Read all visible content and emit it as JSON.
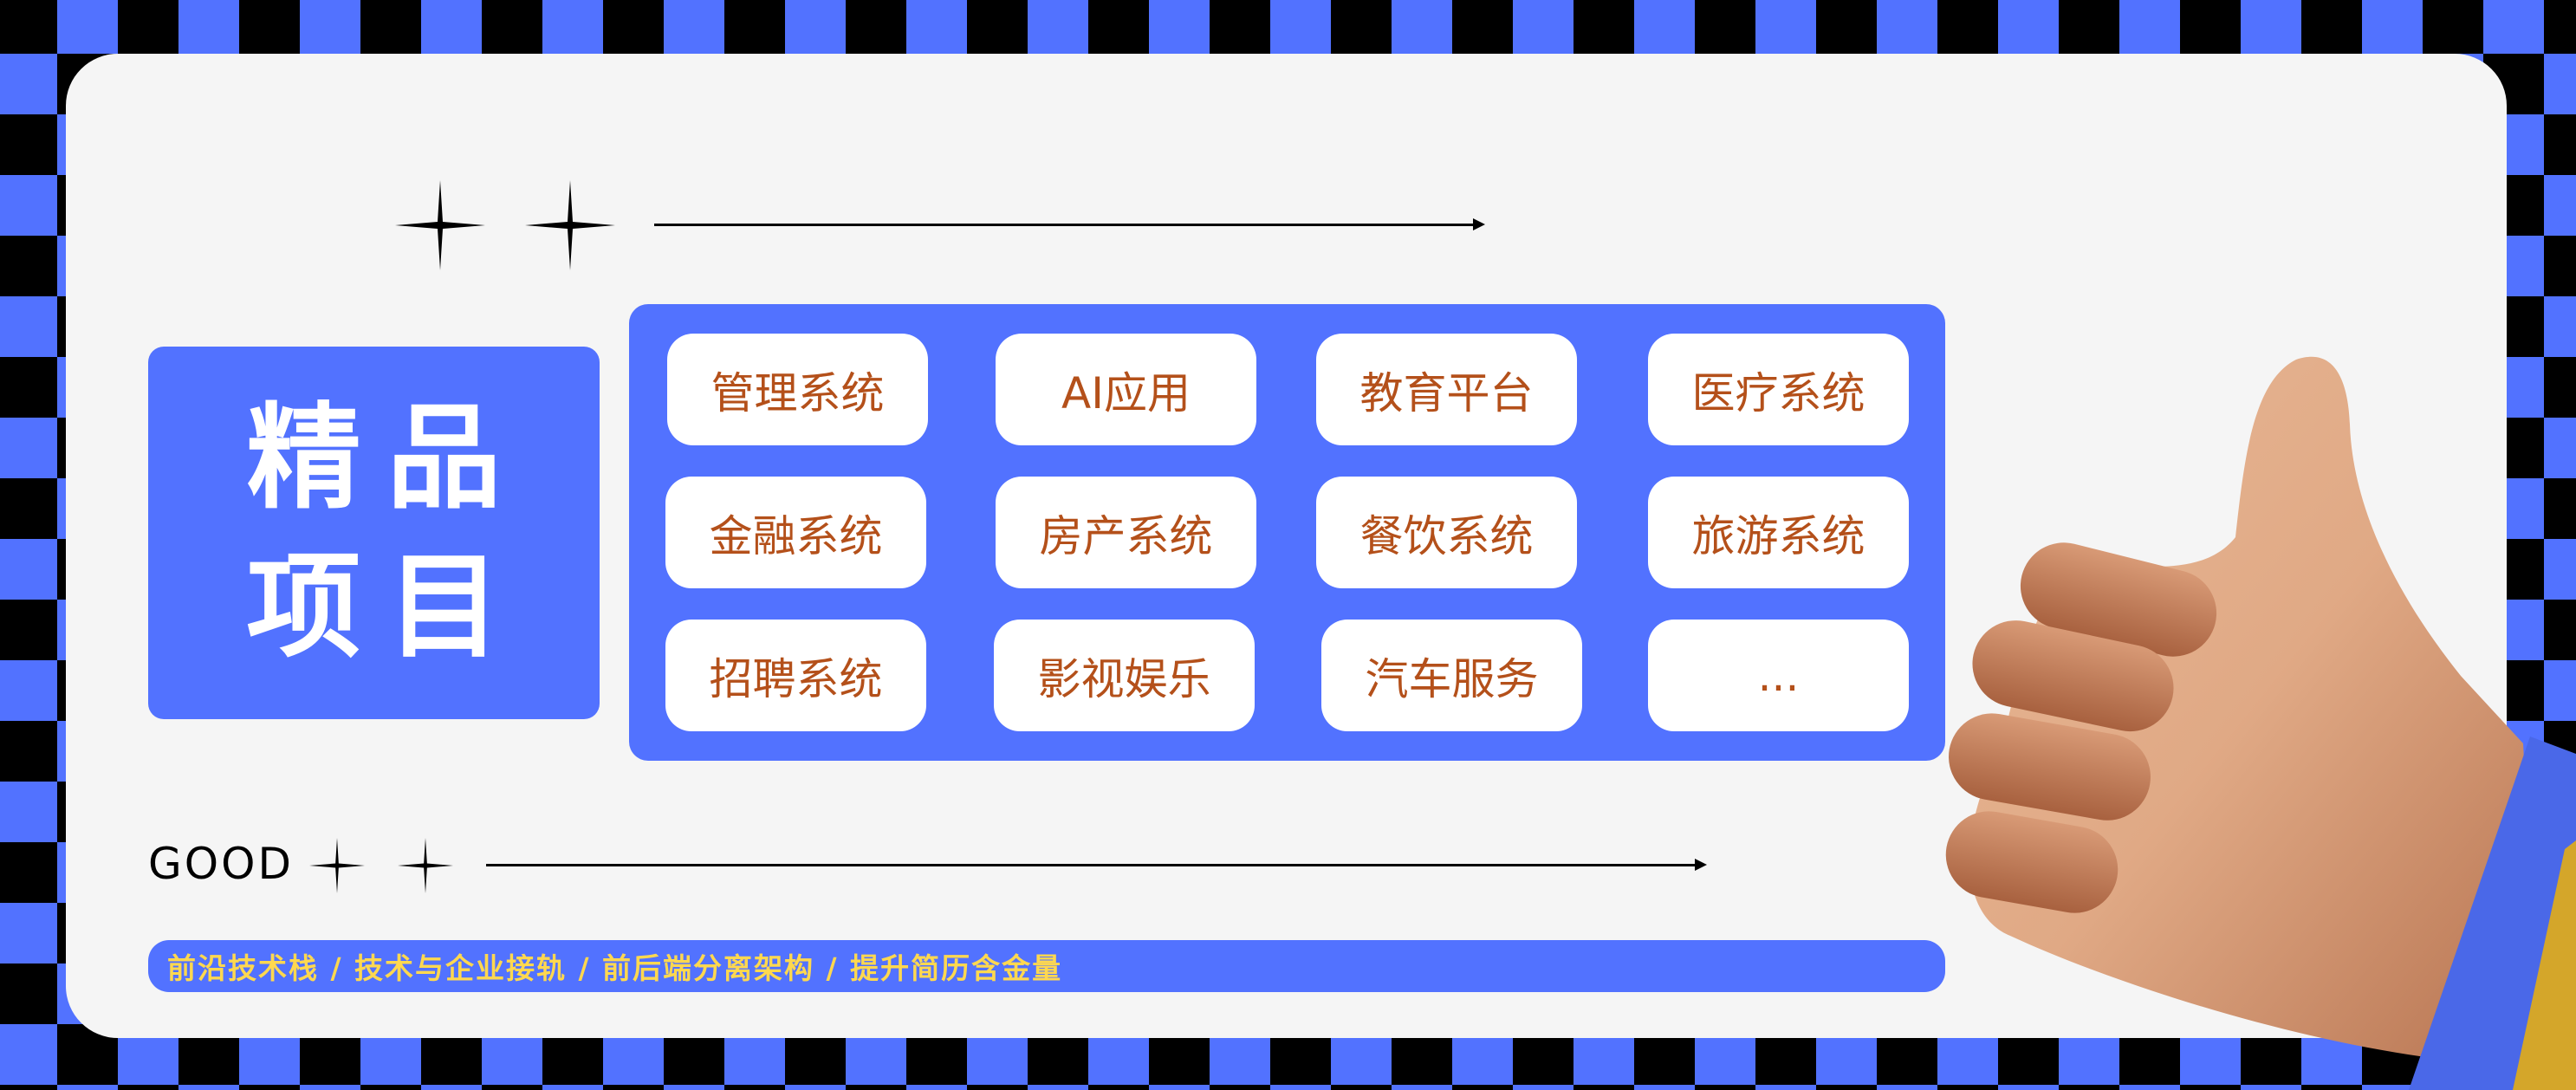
{
  "title": {
    "line1": "精品",
    "line2": "项目"
  },
  "categories": [
    "管理系统",
    "AI应用",
    "教育平台",
    "医疗系统",
    "金融系统",
    "房产系统",
    "餐饮系统",
    "旅游系统",
    "招聘系统",
    "影视娱乐",
    "汽车服务",
    "..."
  ],
  "good_label": "GOOD",
  "tagline": "前沿技术栈 / 技术与企业接轨 / 前后端分离架构 / 提升简历含金量",
  "colors": {
    "brand_blue": "#5272ff",
    "pill_text": "#b4501a",
    "tagline_text": "#ffd84f",
    "card_bg": "#f5f5f5"
  }
}
